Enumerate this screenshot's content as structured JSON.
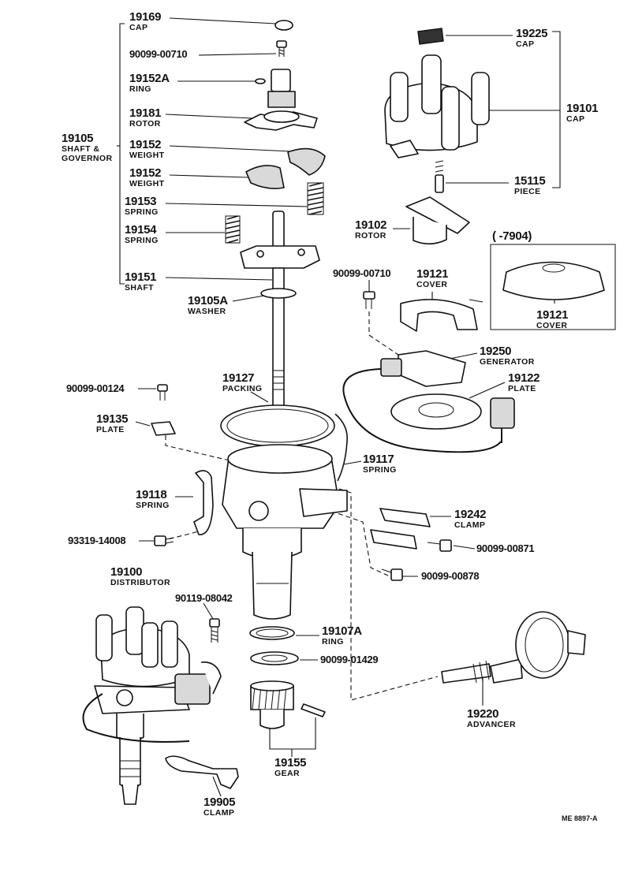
{
  "labels": {
    "p19169": {
      "num": "19169",
      "name": "CAP"
    },
    "p90099_00710_a": {
      "num": "90099-00710"
    },
    "p19152A": {
      "num": "19152A",
      "name": "RING"
    },
    "p19181": {
      "num": "19181",
      "name": "ROTOR"
    },
    "p19105": {
      "num": "19105",
      "name1": "SHAFT &",
      "name2": "GOVERNOR"
    },
    "p19152_a": {
      "num": "19152",
      "name": "WEIGHT"
    },
    "p19152_b": {
      "num": "19152",
      "name": "WEIGHT"
    },
    "p19153": {
      "num": "19153",
      "name": "SPRING"
    },
    "p19154": {
      "num": "19154",
      "name": "SPRING"
    },
    "p19151": {
      "num": "19151",
      "name": "SHAFT"
    },
    "p19105A": {
      "num": "19105A",
      "name": "WASHER"
    },
    "p19225": {
      "num": "19225",
      "name": "CAP"
    },
    "p19101": {
      "num": "19101",
      "name": "CAP"
    },
    "p15115": {
      "num": "15115",
      "name": "PIECE"
    },
    "p19102": {
      "num": "19102",
      "name": "ROTOR"
    },
    "p7904": {
      "num": "(      -7904)"
    },
    "p19121_b": {
      "num": "19121",
      "name": "COVER"
    },
    "p90099_00710_b": {
      "num": "90099-00710"
    },
    "p19121_a": {
      "num": "19121",
      "name": "COVER"
    },
    "p19250": {
      "num": "19250",
      "name": "GENERATOR"
    },
    "p19122": {
      "num": "19122",
      "name": "PLATE"
    },
    "p90099_00124": {
      "num": "90099-00124"
    },
    "p19127": {
      "num": "19127",
      "name": "PACKING"
    },
    "p19135": {
      "num": "19135",
      "name": "PLATE"
    },
    "p19117": {
      "num": "19117",
      "name": "SPRING"
    },
    "p19118": {
      "num": "19118",
      "name": "SPRING"
    },
    "p19242": {
      "num": "19242",
      "name": "CLAMP"
    },
    "p93319": {
      "num": "93319-14008"
    },
    "p90099_00871": {
      "num": "90099-00871"
    },
    "p90099_00878": {
      "num": "90099-00878"
    },
    "p19100": {
      "num": "19100",
      "name": "DISTRIBUTOR"
    },
    "p90119": {
      "num": "90119-08042"
    },
    "p19107A": {
      "num": "19107A",
      "name": "RING"
    },
    "p90099_01429": {
      "num": "90099-01429"
    },
    "p19220": {
      "num": "19220",
      "name": "ADVANCER"
    },
    "p19155": {
      "num": "19155",
      "name": "GEAR"
    },
    "p19905": {
      "num": "19905",
      "name": "CLAMP"
    }
  },
  "drawing_code": "ME 8897-A"
}
